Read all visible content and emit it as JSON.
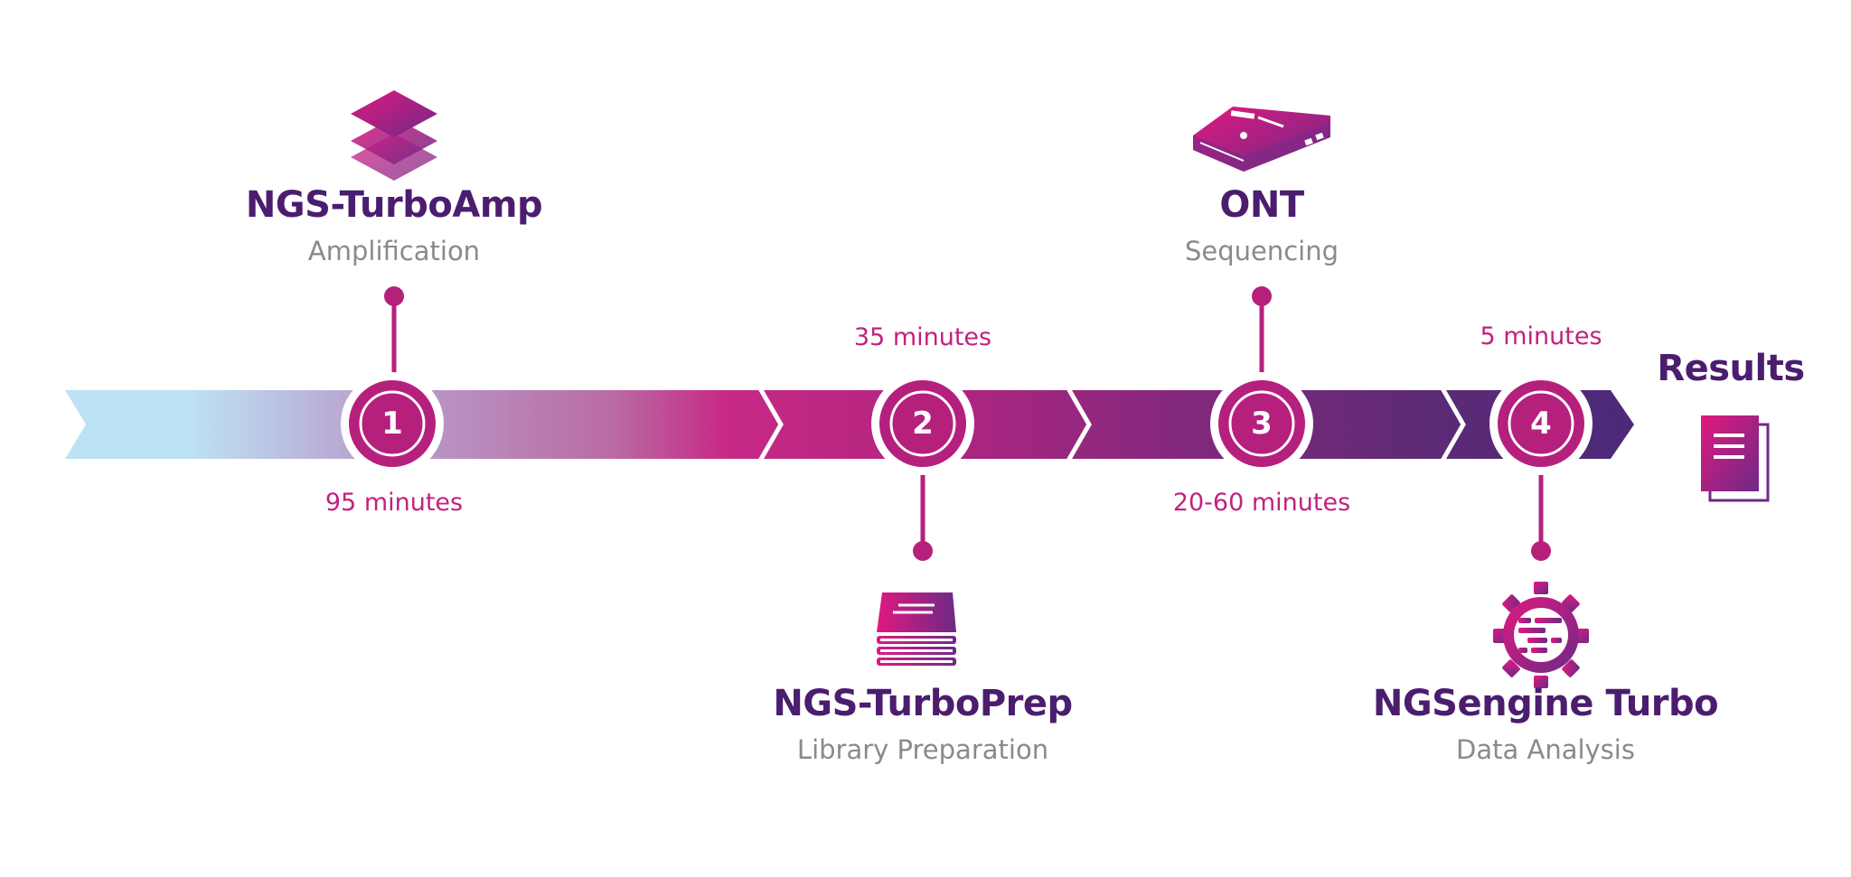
{
  "steps": [
    {
      "number": "1",
      "title": "NGS-TurboAmp",
      "subtitle": "Amplification",
      "duration": "95 minutes"
    },
    {
      "number": "2",
      "title": "NGS-TurboPrep",
      "subtitle": "Library Preparation",
      "duration": "35 minutes"
    },
    {
      "number": "3",
      "title": "ONT",
      "subtitle": "Sequencing",
      "duration": "20-60 minutes"
    },
    {
      "number": "4",
      "title": "NGSengine Turbo",
      "subtitle": "Data Analysis",
      "duration": "5 minutes"
    }
  ],
  "results": {
    "label": "Results"
  },
  "icons": {
    "step1": "layers-icon",
    "step2": "book-stack-icon",
    "step3": "sequencer-device-icon",
    "step4": "gear-analysis-icon",
    "results": "document-icon"
  },
  "colors": {
    "start": "#bfe3f5",
    "magenta": "#c3217e",
    "purple": "#4b1d6e",
    "node": "#b5207d"
  }
}
